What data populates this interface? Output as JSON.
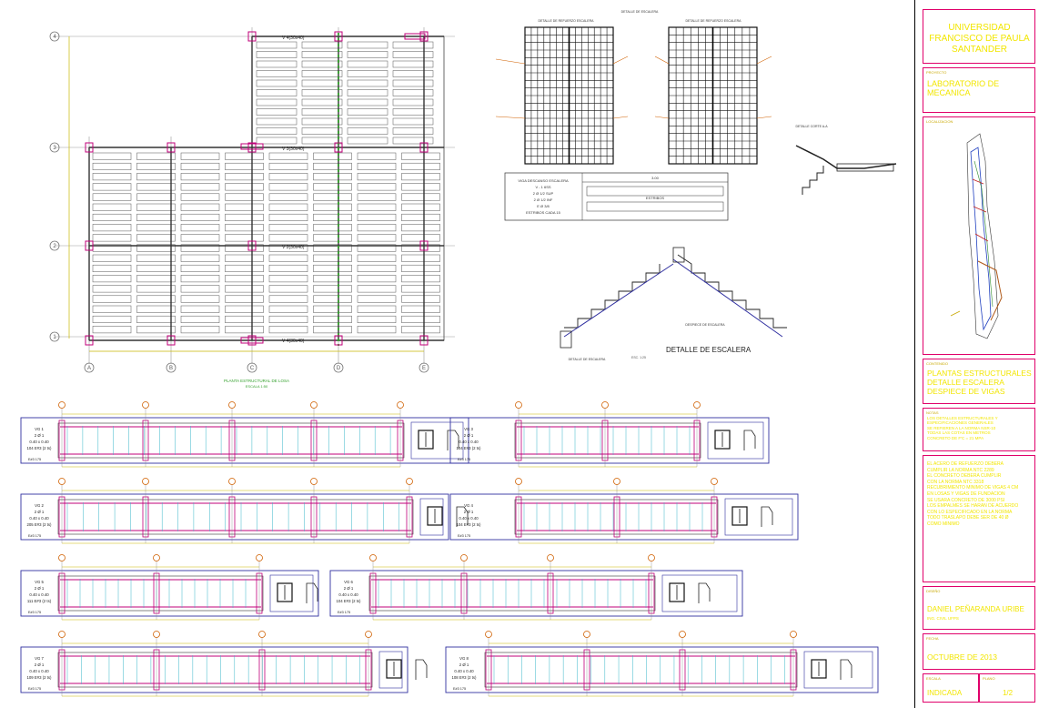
{
  "plan": {
    "axis_numbers": [
      "1",
      "2",
      "3",
      "4"
    ],
    "axis_letters": [
      "A",
      "B",
      "C",
      "D",
      "E"
    ],
    "beam_label_top": "V 4(30x40)",
    "beam_label_mid": "V 3(30x40)",
    "column_label": "V 2(30x40)",
    "title": "PLANTA ESTRUCTURAL DE LOSA",
    "scale": "ESCALA 1:50"
  },
  "stair_views": {
    "title": "DETALLE DE ESCALERA",
    "view_a": "DETALLE DE REFUERZO ESCALERA",
    "view_b": "DETALLE DE REFUERZO ESCALERA",
    "section": "DETALLE CORTE A-A",
    "stair_title": "DETALLE DE ESCALERA",
    "stair_scale": "ESC. 1:25",
    "stair_label_left": "DETALLE DE ESCALERA",
    "stair_label_right": "DESPIECE DE ESCALERA",
    "table_rows": [
      "VIGA DESCANSO ESCALERA",
      "V - 1 6SS",
      "2 Ø 1/2 SUP",
      "2 Ø 1/2 INF",
      "E Ø 3/8",
      "ESTRIBOS CADA 15"
    ],
    "table_head": "3.00",
    "table_mid": "ESTRIBOS"
  },
  "beams": [
    {
      "id": "vg1",
      "lines": [
        "VG 1",
        "2 Ø 1",
        "0.40 x 0.40",
        "104 E#3 (2 ts)"
      ],
      "foot": "E#3 175"
    },
    {
      "id": "vg3",
      "lines": [
        "VG 3",
        "2 Ø 1",
        "0.40 x 0.40",
        "104 E#3 (2 ts)"
      ],
      "foot": "E#3 175"
    },
    {
      "id": "vg2",
      "lines": [
        "VG 2",
        "2 Ø 1",
        "0.40 x 0.40",
        "205 E#3 (2 ts)"
      ],
      "foot": "E#3 175"
    },
    {
      "id": "vg4",
      "lines": [
        "VG 4",
        "2 Ø 1",
        "0.40 x 0.40",
        "104 E#3 (2 ts)"
      ],
      "foot": "E#3 175"
    },
    {
      "id": "vg5",
      "lines": [
        "VG 5",
        "2 Ø 1",
        "0.40 x 0.40",
        "111 E#3 (2 ts)"
      ],
      "foot": "E#3 175"
    },
    {
      "id": "vg6",
      "lines": [
        "VG 6",
        "2 Ø 1",
        "0.40 x 0.40",
        "104 E#3 (2 ts)"
      ],
      "foot": "E#3 175"
    },
    {
      "id": "vg7",
      "lines": [
        "VG 7",
        "2 Ø 1",
        "0.40 x 0.40",
        "109 E#3 (2 ts)"
      ],
      "foot": "E#3 175"
    },
    {
      "id": "vg8",
      "lines": [
        "VG 8",
        "2 Ø 1",
        "0.40 x 0.40",
        "108 E#3 (2 ts)"
      ],
      "foot": "E#3 175"
    }
  ],
  "title_block": {
    "university": "UNIVERSIDAD FRANCISCO DE PAULA SANTANDER",
    "project_caption": "PROYECTO",
    "project": "LABORATORIO DE MECANICA",
    "location_caption": "LOCALIZACION",
    "content_caption": "CONTENIDO",
    "content": "PLANTAS ESTRUCTURALES DETALLE ESCALERA DESPIECE DE VIGAS",
    "notes_caption": "NOTAS",
    "notes": "LOS DETALLES ESTRUCTURALES Y ESPECIFICACIONES GENERALES\nSE REFIEREN A LA NORMA NSR-10\nTODAS LAS COTAS EN METROS\nCONCRETO DE f'c = 21 MPa",
    "notes2": "EL ACERO DE REFUERZO DEBERA\nCUMPLIR LA NORMA NTC 2289\nEL CONCRETO DEBERA CUMPLIR\nCON LA NORMA NTC 3318\nRECUBRIMIENTO MINIMO DE VIGAS 4 CM\nEN LOSAS Y VIGAS DE FUNDACION\nSE USARA CONCRETO DE 3000 PSI\nLOS EMPALMES SE HARAN DE ACUERDO\nCON LO ESPECIFICADO EN LA NORMA\nTODO TRASLAPO DEBE SER DE 40 Ø\nCOMO MINIMO",
    "designer_caption": "DISEÑO",
    "designer": "DANIEL PEÑARANDA URIBE",
    "designer_sub": "ING. CIVIL UFPS",
    "date_caption": "FECHA",
    "date": "OCTUBRE DE 2013",
    "scale_caption": "ESCALA",
    "scale": "INDICADA",
    "sheet_caption": "PLANO",
    "sheet": "1/2"
  }
}
